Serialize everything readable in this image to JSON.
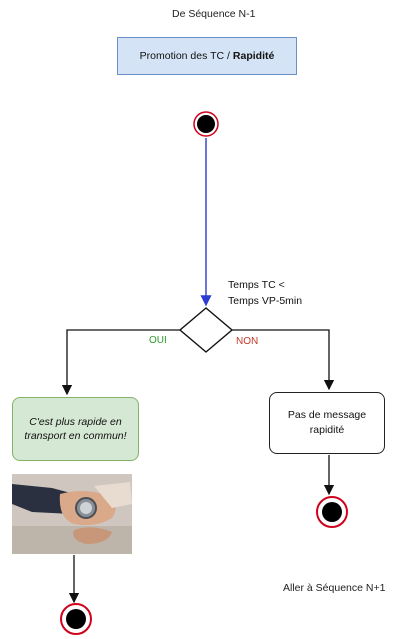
{
  "header": {
    "from_sequence": "De Séquence N-1"
  },
  "promo_box": {
    "text": "Promotion des TC /",
    "bold": "Rapidité"
  },
  "condition": {
    "line1": "Temps TC <",
    "line2": "Temps VP-5min"
  },
  "branches": {
    "yes": "OUI",
    "no": "NON"
  },
  "yes_box": {
    "line1": "C'est plus rapide en",
    "line2": "transport en commun!"
  },
  "no_box": {
    "line1": "Pas de message",
    "line2": "rapidité"
  },
  "footer": {
    "next_sequence": "Aller à Séquence N+1"
  },
  "colors": {
    "start_line": "#2b3ccf",
    "yes": "#2e9b2e",
    "no": "#c0392b",
    "promo_fill": "#d4e3f5",
    "yes_fill": "#d5e8d4",
    "end_ring": "#d0021b"
  },
  "icons": {
    "start": "start-node-icon",
    "end": "end-node-icon",
    "decision": "decision-diamond-icon"
  }
}
